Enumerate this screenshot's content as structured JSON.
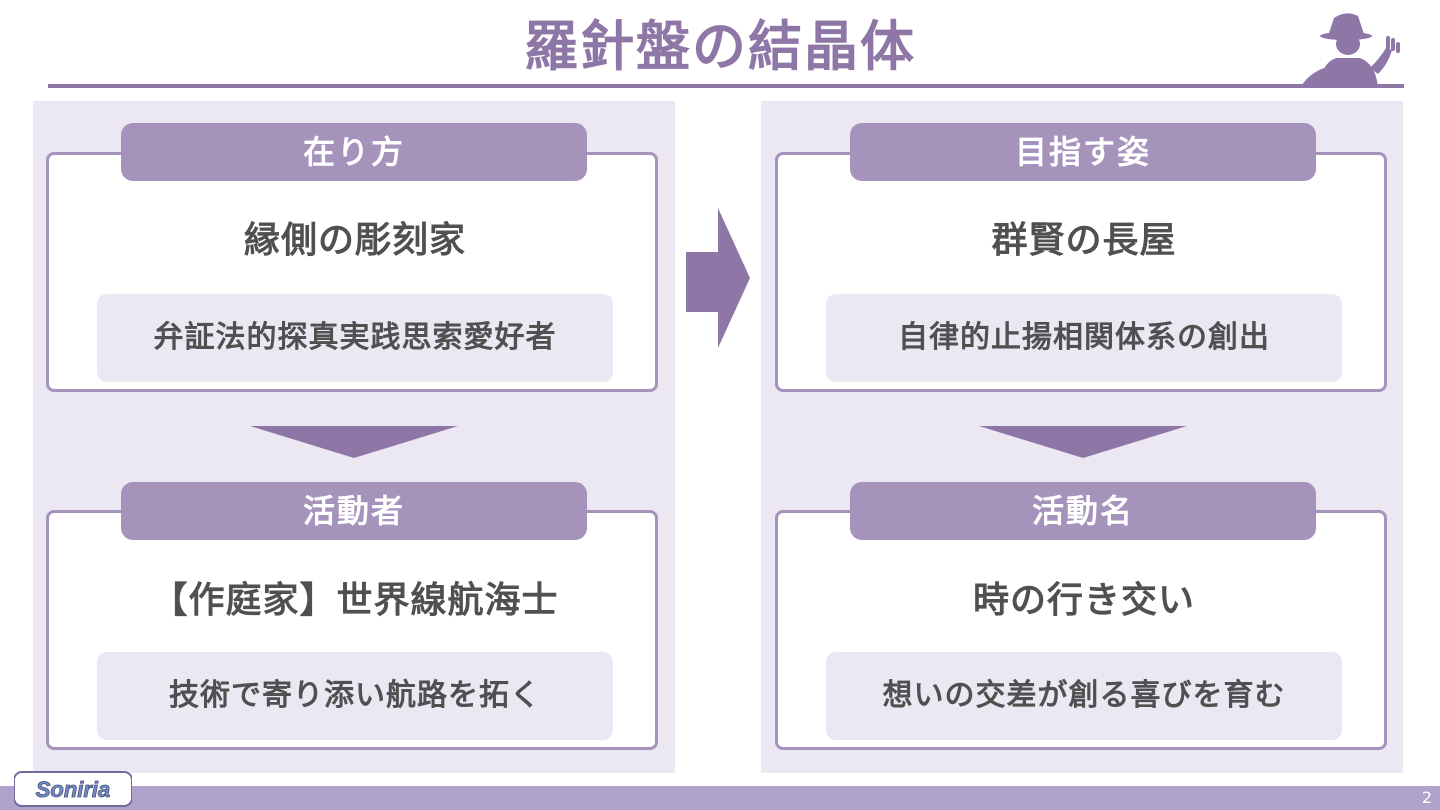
{
  "slide": {
    "title": "羅針盤の結晶体",
    "page_number": "2",
    "logo_text": "Soniria"
  },
  "left": {
    "top_card": {
      "header": "在り方",
      "main": "縁側の彫刻家",
      "sub": "弁証法的探真実践思索愛好者"
    },
    "bottom_card": {
      "header": "活動者",
      "main": "【作庭家】世界線航海士",
      "sub": "技術で寄り添い航路を拓く"
    }
  },
  "right": {
    "top_card": {
      "header": "目指す姿",
      "main": "群賢の長屋",
      "sub": "自律的止揚相関体系の創出"
    },
    "bottom_card": {
      "header": "活動名",
      "main": "時の行き交い",
      "sub": "想いの交差が創る喜びを育む"
    }
  },
  "colors": {
    "accent": "#8e76a6",
    "pill": "#a593bc",
    "panel": "#ebe7f3",
    "text": "#505050",
    "footer": "#b0a3cb"
  },
  "icons": {
    "silhouette": "detective-silhouette-icon",
    "arrow_right": "arrow-right-icon",
    "arrow_down": "arrow-down-icon"
  }
}
